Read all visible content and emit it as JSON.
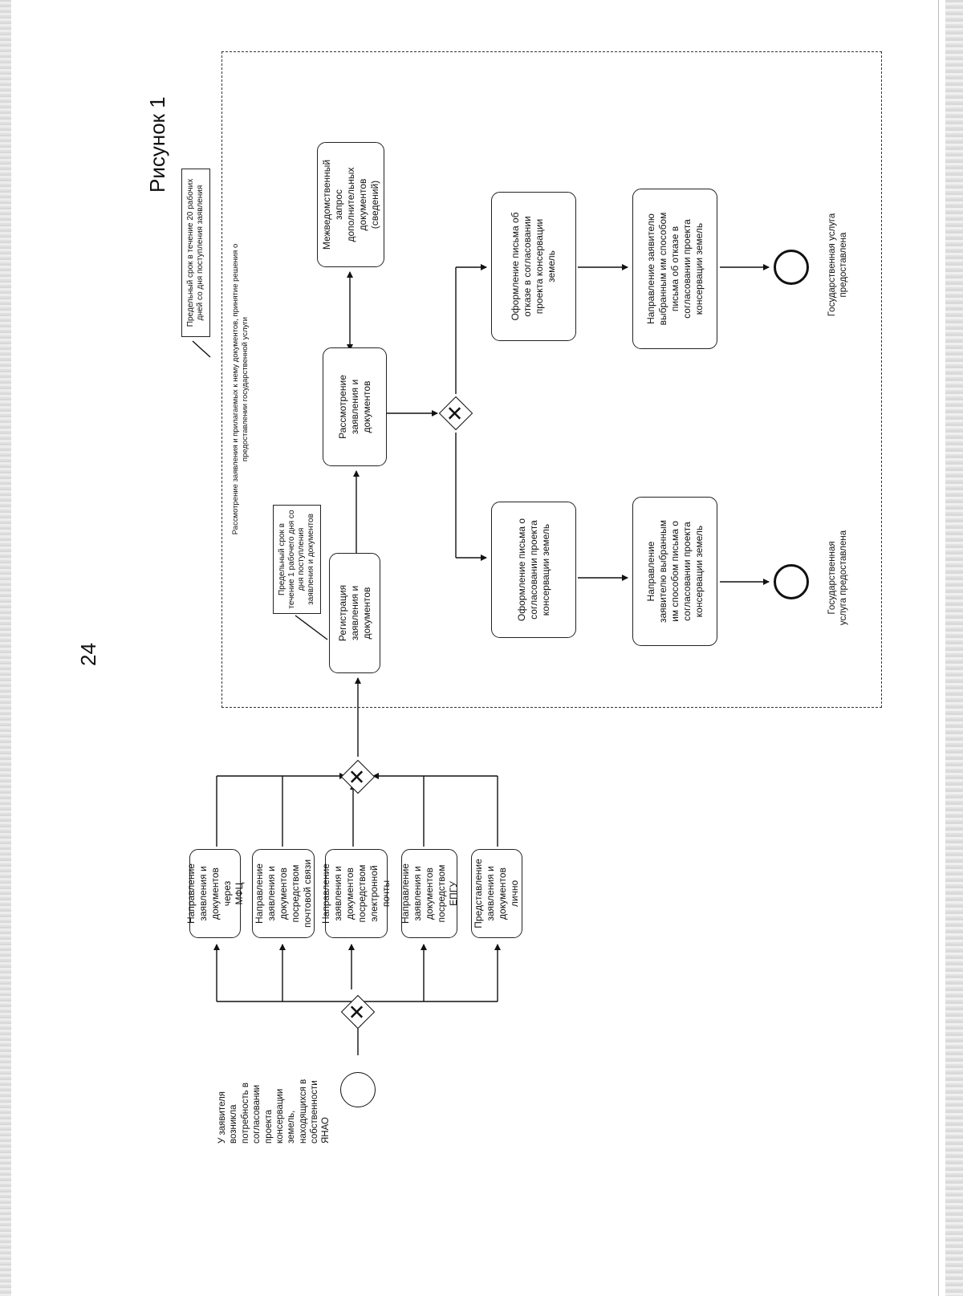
{
  "page_number": "24",
  "figure_title": "Рисунок 1",
  "start_label": "У заявителя\nвозникла\nпотребность в\nсогласовании\nпроекта\nконсервации\nземель,\nнаходящихся в\nсобственности\nЯНАО",
  "channels": [
    "Представление\nзаявления и\nдокументов лично",
    "Направление\nзаявления и\nдокументов\nпосредством ЕПГУ",
    "Направление\nзаявления и\nдокументов\nпосредством\nэлектронной почты",
    "Направление\nзаявления и\nдокументов\nпосредством\nпочтовой связи",
    "Направление\nзаявления и\nдокументов через\nМФЦ"
  ],
  "registration": "Регистрация\nзаявления и\nдокументов",
  "registration_note": "Предельный срок в\nтечение 1 рабочего дня со\nдня поступления\nзаявления и документов",
  "review": "Рассмотрение\nзаявления и\nдокументов",
  "interagency_request": "Межведомственный\nзапрос\nдополнительных\nдокументов\n(сведений)",
  "approval_letter": "Оформление письма о\nсогласовании проекта\nконсервации земель",
  "refusal_letter": "Оформление письма об\nотказе в согласовании\nпроекта консервации\nземель",
  "send_approval": "Направление\nзаявителю выбранным\nим способом письма о\nсогласовании проекта\nконсервации земель",
  "send_refusal": "Направление заявителю\nвыбранным им способом\nписьма об отказе в\nсогласовании проекта\nконсервации земель",
  "end_label_approval": "Государственная\nуслуга предоставлена",
  "end_label_refusal": "Государственная услуга\nпредоставлена",
  "pool_label": "Рассмотрение заявления и прилагаемых к нему документов, принятие решения о\nпредоставлении государственной услуги",
  "pool_note": "Предельный срок в течение 20 рабочих\nдней со дня поступления заявления"
}
